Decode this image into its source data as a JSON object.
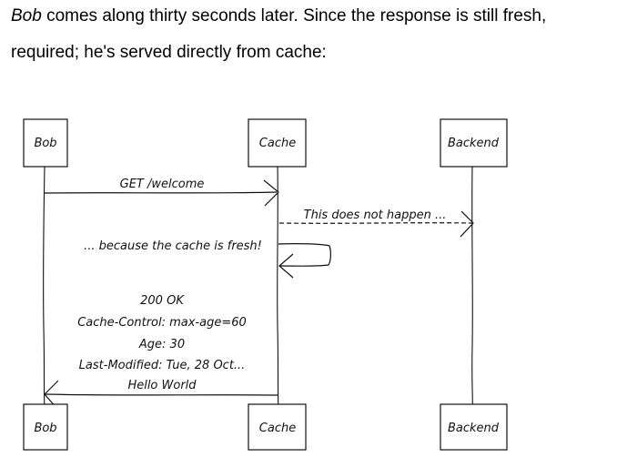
{
  "prose": {
    "line1_em": "Bob",
    "line1_rest": " comes along thirty seconds later. Since the response is still fresh,",
    "line2": "required; he's served directly from cache:"
  },
  "diagram": {
    "participants": {
      "bob": "Bob",
      "cache": "Cache",
      "backend": "Backend"
    },
    "messages": {
      "request": "GET /welcome",
      "forward": "This does not happen ...",
      "self_note": "... because the cache is fresh!",
      "response": [
        "200 OK",
        "Cache-Control: max-age=60",
        "Age: 30",
        "Last-Modified: Tue, 28 Oct...",
        "Hello World"
      ]
    }
  }
}
